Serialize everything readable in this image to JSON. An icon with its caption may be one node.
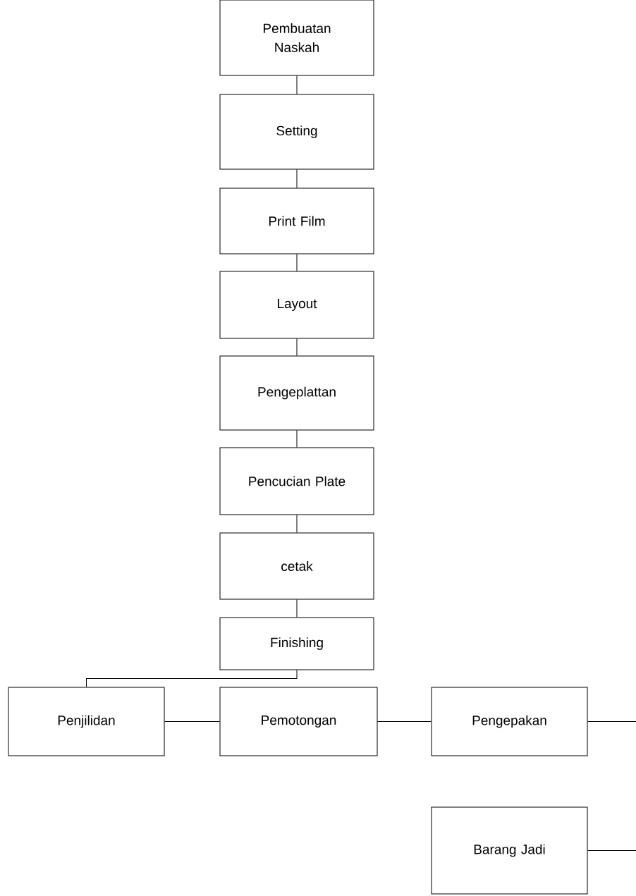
{
  "diagram": {
    "nodes": [
      {
        "text": [
          "Pembuatan Naskah"
        ]
      },
      {
        "text": [
          "Setting"
        ]
      },
      {
        "text": [
          "Print Film"
        ]
      },
      {
        "text": [
          "Layout"
        ]
      },
      {
        "text": [
          "Pengeplattan"
        ]
      },
      {
        "text": [
          "Pencucian Plate"
        ]
      },
      {
        "text": [
          "cetak"
        ]
      },
      {
        "text": [
          "Finishing"
        ]
      },
      {
        "text": [
          "Penjilidan"
        ]
      },
      {
        "text": [
          "Pemotongan"
        ]
      },
      {
        "text": [
          "Pengepakan"
        ]
      },
      {
        "text": [
          "Barang Jadi"
        ]
      }
    ],
    "edges": [
      {
        "from": 0,
        "to": 1,
        "arrow": "none"
      },
      {
        "from": 1,
        "to": 2,
        "arrow": "none"
      },
      {
        "from": 2,
        "to": 3,
        "arrow": "none"
      },
      {
        "from": 3,
        "to": 4,
        "arrow": "none"
      },
      {
        "from": 4,
        "to": 5,
        "arrow": "none"
      },
      {
        "from": 5,
        "to": 6,
        "arrow": "none"
      },
      {
        "from": 6,
        "to": 7,
        "arrow": "none"
      },
      {
        "from": 7,
        "to": 8,
        "arrow": "none"
      },
      {
        "from": 8,
        "to": 9,
        "arrow": "none"
      },
      {
        "from": 9,
        "to": 10,
        "arrow": "none"
      },
      {
        "from": 10,
        "to": null,
        "arrow": "none"
      },
      {
        "from": 11,
        "to": null,
        "arrow": "none"
      }
    ]
  }
}
